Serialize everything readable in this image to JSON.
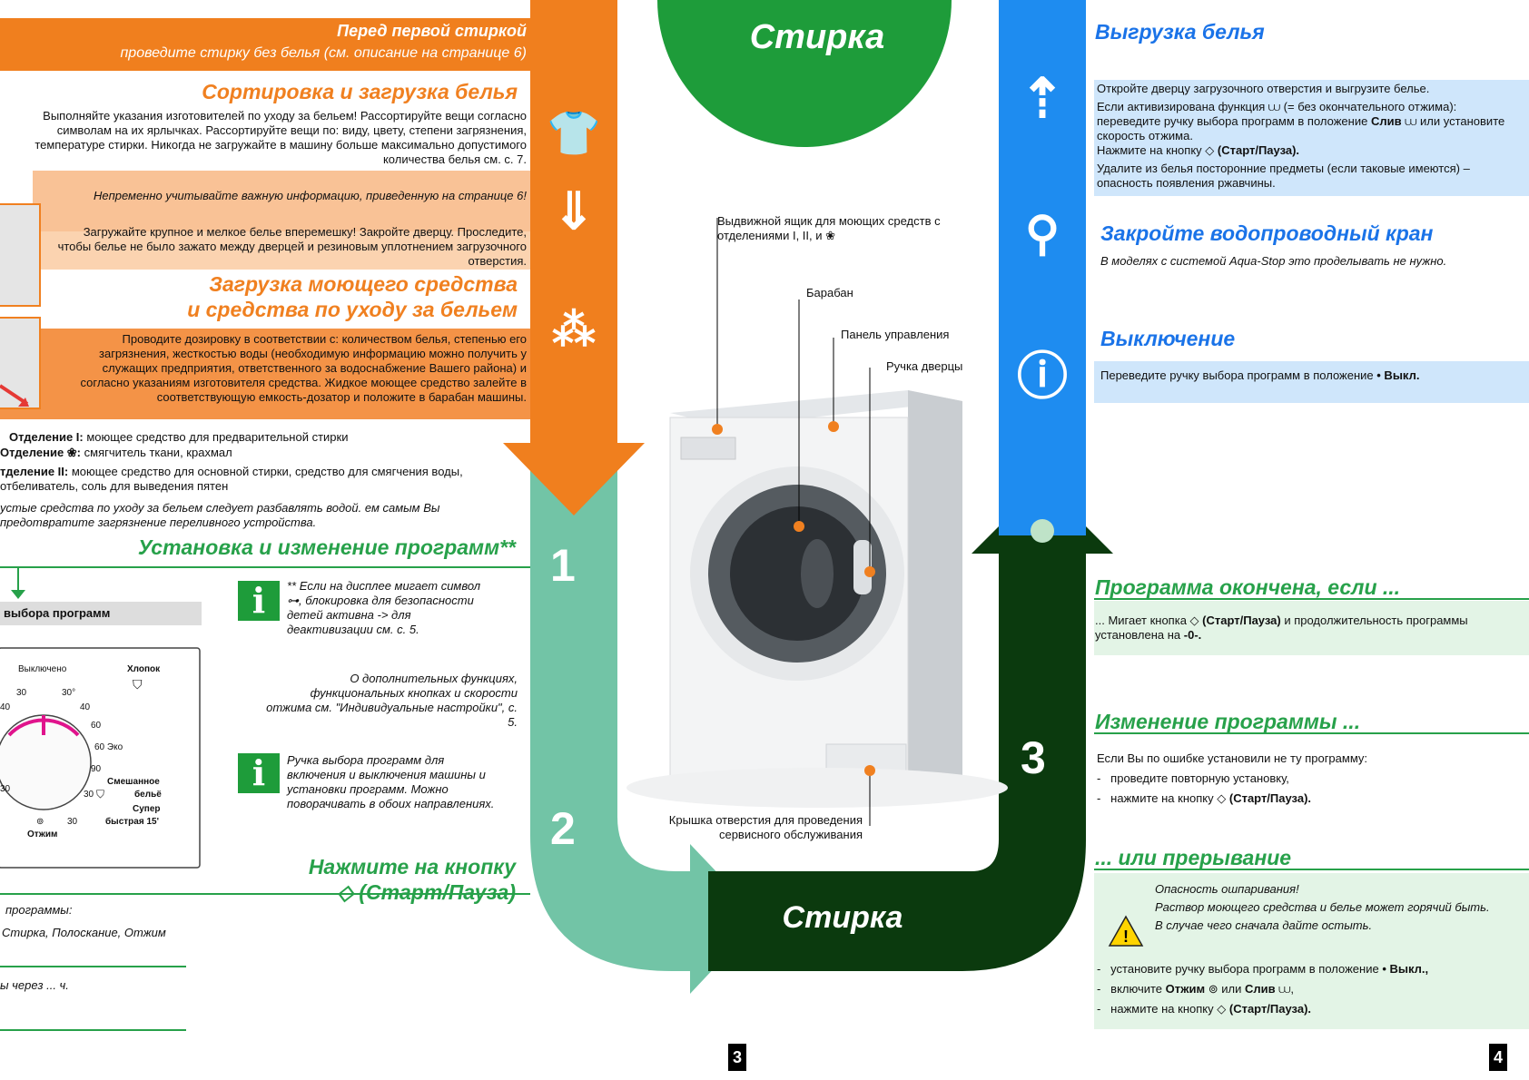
{
  "top_header": {
    "title": "Перед первой стиркой",
    "subtitle": "проведите стирку без белья (см. описание на странице 6)"
  },
  "sorting": {
    "title": "Сортировка и загрузка белья",
    "p1": "Выполняйте указания изготовителей по уходу за бельем! Рассортируйте вещи согласно символам на их ярлычках. Рассортируйте вещи по: виду, цвету, степени загрязнения, температуре стирки. Никогда не загружайте в машину больше максимально допустимого количества белья см. с. 7.",
    "p2": "Непременно учитывайте важную информацию, приведенную на странице 6!",
    "p3": "Загружайте крупное и мелкое белье вперемешку! Закройте дверцу. Проследите, чтобы белье не было зажато между дверцей и резиновым уплотнением загрузочного отверстия."
  },
  "detergent": {
    "title_1": "Загрузка моющего средства",
    "title_2": "и средства по уходу за бельем",
    "p1": "Проводите дозировку в соответствии с: количеством белья, степенью его загрязнения, жесткостью воды (необходимую информацию можно получить у служащих предприятия, ответственного за водоснабжение Вашего района) и согласно указаниям изготовителя средства. Жидкое моющее средство залейте в соответствующую емкость-дозатор и положите в барабан машины.",
    "c1_label": "Отделение I:",
    "c1_text": "моющее средство для предварительной стирки",
    "c2_label": "Отделение ❀:",
    "c2_text": "смягчитель ткани, крахмал",
    "c3_label": "тделение II:",
    "c3_text": "моющее средство для основной стирки, средство для смягчения воды, отбеливатель, соль для выведения пятен",
    "note": "устые средства по уходу за бельем следует разбавлять водой. ем самым Вы предотвратите загрязнение переливного устройства."
  },
  "program_setup": {
    "title": "Установка и изменение программ**",
    "selector_label": "выбора программ",
    "dial": {
      "off": "Выключено",
      "cotton": "Хлопок",
      "t30a": "30",
      "t30b": "30°",
      "t40a": "40",
      "t40b": "40",
      "t60": "60",
      "t60eco": "60 Эко",
      "t90": "90",
      "mixed": "Смешанное",
      "mixed_30": "30",
      "mixed_tail": "бельё",
      "super_30": "30",
      "super": "Супер",
      "super_tail": "быстрая 15'",
      "spin": "Отжим",
      "left30": "30"
    },
    "note1": "** Если на дисплее мигает символ ⊶, блокировка для безопасности детей активна -> для деактивизации см. с. 5.",
    "note2": "О дополнительных функциях, функциональных кнопках и скорости отжима см. \"Индивидуальные настройки\", с. 5.",
    "note3": "Ручка выбора программ для включения и выключения машины и установки программ. Можно поворачивать в обоих направлениях."
  },
  "press_button": {
    "title_1": "Нажмите на кнопку",
    "title_2": "◇ (Старт/Пауза)"
  },
  "left_bottom": {
    "l1": "программы:",
    "l2": "Стирка, Полоскание, Отжим",
    "l3": "ы через ... ч."
  },
  "center": {
    "top_label": "Стирка",
    "bottom_label": "Стирка",
    "step1": "1",
    "step2": "2",
    "step3": "3",
    "callout_drawer": "Выдвижной ящик для моющих средств с отделениями I, II, и ❀",
    "callout_drum": "Барабан",
    "callout_panel": "Панель управления",
    "callout_door": "Ручка дверцы",
    "callout_service": "Крышка отверстия для проведения сервисного обслуживания"
  },
  "unload": {
    "title": "Выгрузка белья",
    "p1": "Откройте дверцу загрузочного отверстия и выгрузите белье.",
    "p2a": "Если активизирована функция ⩊ (= без окончательного отжима): переведите ручку выбора программ в положение",
    "p2b": "Слив",
    "p2c": "⩊ или установите скорость отжима.",
    "p3a": "Нажмите на кнопку ◇",
    "p3b": "(Старт/Пауза).",
    "p4": "Удалите из белья посторонние предметы (если таковые имеются) – опасность появления ржавчины."
  },
  "tap": {
    "title": "Закройте водопроводный кран",
    "text": "В моделях с системой Aqua-Stop это проделывать не нужно."
  },
  "switch_off": {
    "title": "Выключение",
    "text_a": "Переведите ручку выбора программ в положение",
    "text_b": "• Выкл."
  },
  "finished": {
    "title": "Программа окончена, если ...",
    "t1": "... Мигает кнопка ◇",
    "t2": "(Старт/Пауза)",
    "t3": "и продолжительность программы установлена на",
    "t4": "-0-."
  },
  "change": {
    "title": "Изменение программы ...",
    "intro": "Если Вы по ошибке установили не ту программу:",
    "i1": "проведите повторную установку,",
    "i2a": "нажмите на кнопку ◇",
    "i2b": "(Старт/Пауза)."
  },
  "interrupt": {
    "title": "... или прерывание",
    "warn1": "Опасность ошпаривания!",
    "warn2": "Раствор моющего средства и белье может горячий быть.",
    "warn3": "В случае чего сначала дайте остыть.",
    "i1a": "установите ручку выбора программ в положение",
    "i1b": "• Выкл.,",
    "i2a": "включите",
    "i2b": "Отжим",
    "i2c": "⊚ или",
    "i2d": "Слив",
    "i2e": "⩊,",
    "i3a": "нажмите на кнопку ◇",
    "i3b": "(Старт/Пауза)."
  },
  "page_numbers": {
    "left": "3",
    "right": "4"
  }
}
